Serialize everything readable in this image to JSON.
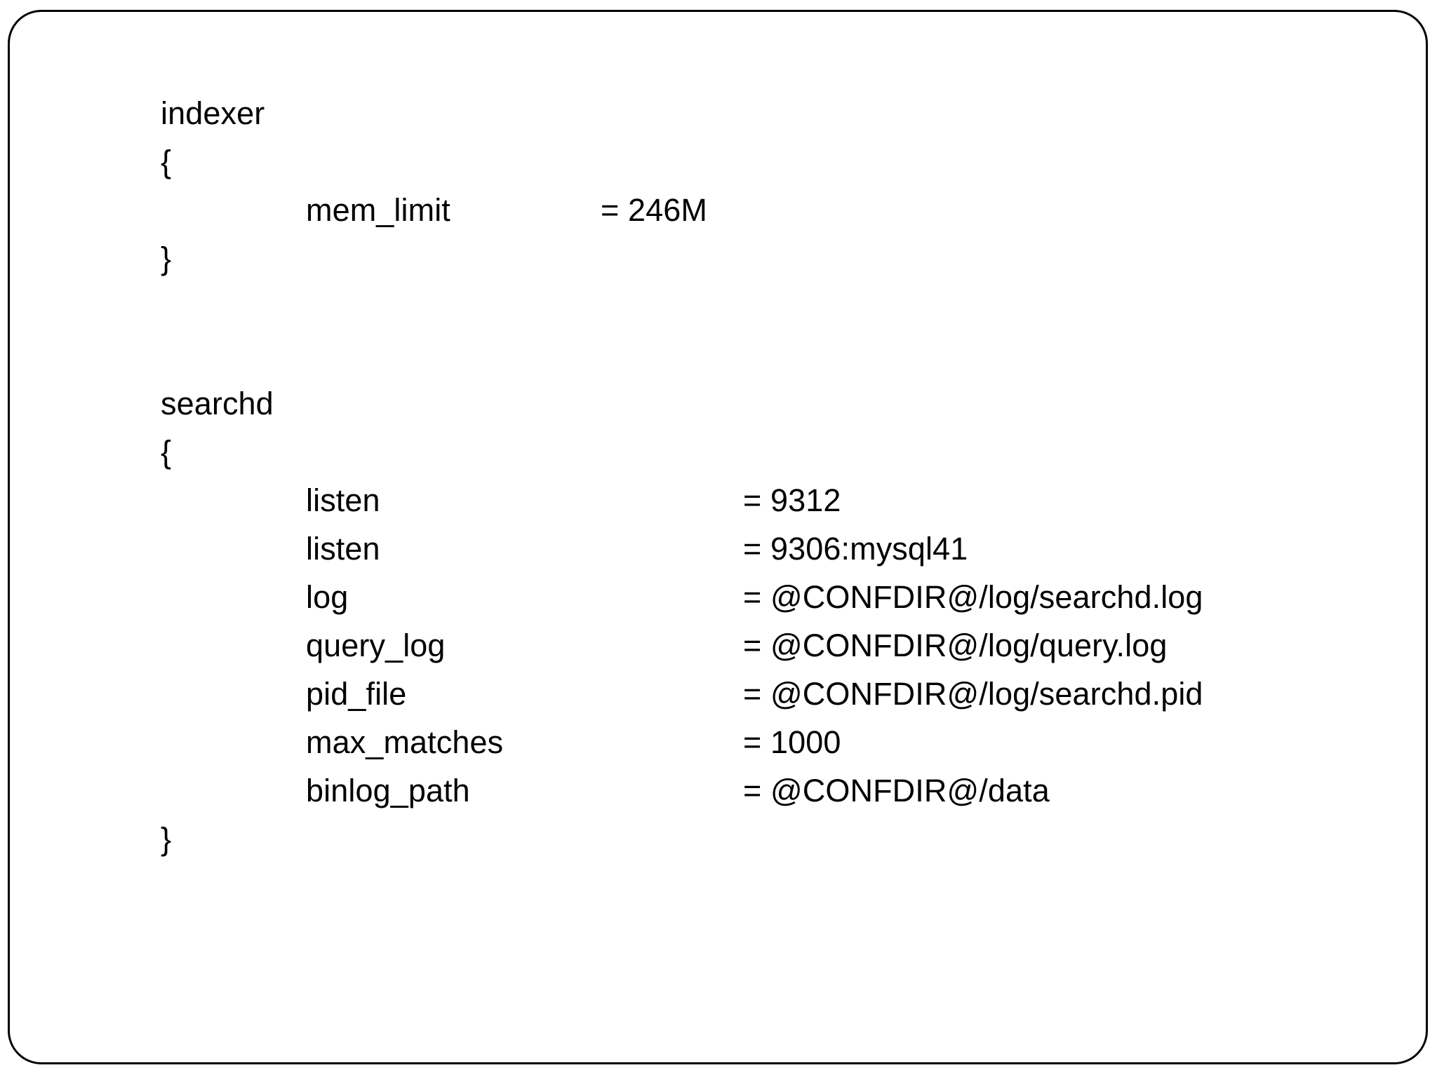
{
  "frame": {
    "border_color": "#000000",
    "background_color": "#ffffff",
    "corner_radius": "48px"
  },
  "document": {
    "language": "sphinx-config",
    "text_color": "#000000"
  },
  "config": {
    "sections": [
      {
        "name": "indexer",
        "open_brace": "{",
        "close_brace": "}",
        "value_column": "narrow",
        "settings": [
          {
            "key": "mem_limit",
            "equals": "=",
            "value": "246M"
          }
        ]
      },
      {
        "name": "searchd",
        "open_brace": "{",
        "close_brace": "}",
        "value_column": "wide",
        "settings": [
          {
            "key": "listen",
            "equals": "=",
            "value": "9312"
          },
          {
            "key": "listen",
            "equals": "=",
            "value": "9306:mysql41"
          },
          {
            "key": "log",
            "equals": "=",
            "value": "@CONFDIR@/log/searchd.log"
          },
          {
            "key": "query_log",
            "equals": "=",
            "value": "@CONFDIR@/log/query.log"
          },
          {
            "key": "pid_file",
            "equals": "=",
            "value": "@CONFDIR@/log/searchd.pid"
          },
          {
            "key": "max_matches",
            "equals": "=",
            "value": "1000"
          },
          {
            "key": "binlog_path",
            "equals": "=",
            "value": "@CONFDIR@/data"
          }
        ]
      }
    ]
  }
}
